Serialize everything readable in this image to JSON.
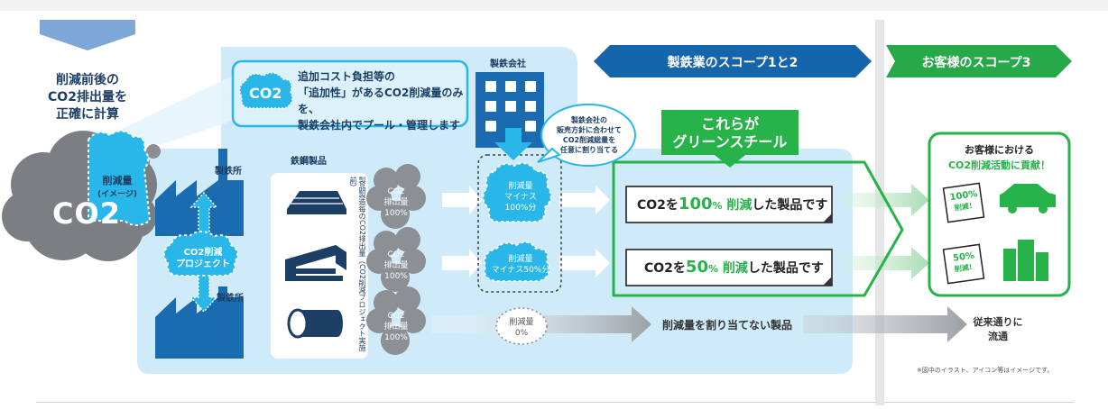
{
  "left_label": {
    "lines": [
      "削減前後の",
      "CO2排出量を",
      "正確に計算"
    ]
  },
  "big_cloud": {
    "co2": "CO2",
    "reduction": "削減量",
    "image_note": "(イメージ)"
  },
  "additionality_box": {
    "badge": "CO2",
    "lines": [
      "追加コスト負担等の",
      "「追加性」があるCO2削減量のみを、",
      "製鉄会社内でプール・管理します"
    ]
  },
  "steel_company": {
    "label": "製鉄会社"
  },
  "sales_bubble": {
    "lines": [
      "製鉄会社の",
      "販売方針に合わせて",
      "CO2削減総量を",
      "任意に割り当てる"
    ]
  },
  "steelworks": {
    "top_label": "製鉄所",
    "bottom_label": "製鉄所"
  },
  "project_cloud": {
    "lines": [
      "CO2削減",
      "プロジェクト"
    ]
  },
  "steel_products": {
    "title": "鉄鋼製品",
    "vertical_note": "製品製造毎のCO2排出量（CO2削減プロジェクト実施前）",
    "emission_clouds": [
      {
        "lines": [
          "CO2",
          "排出量",
          "100%"
        ]
      },
      {
        "lines": [
          "CO2",
          "排出量",
          "100%"
        ]
      },
      {
        "lines": [
          "CO2",
          "排出量",
          "100%"
        ]
      }
    ]
  },
  "allocation_clouds": [
    {
      "lines": [
        "削減量",
        "マイナス",
        "100%分"
      ]
    },
    {
      "lines": [
        "削減量",
        "マイナス50%分"
      ]
    },
    {
      "lines": [
        "削減量",
        "0%"
      ]
    }
  ],
  "headers": {
    "scope12": "製鉄業のスコープ1と2",
    "scope3": "お客様のスコープ3"
  },
  "green_steel_badge": {
    "lines": [
      "これらが",
      "グリーンスチール"
    ]
  },
  "products": [
    {
      "prefix": "CO2を",
      "num": "100",
      "pct": "%",
      "mid": "削減",
      "suffix": "した製品です"
    },
    {
      "prefix": "CO2を",
      "num": "50",
      "pct": "%",
      "mid": "削減",
      "suffix": "した製品です"
    }
  ],
  "no_allocation": {
    "label": "削減量を割り当てない製品"
  },
  "customer": {
    "title_lines": [
      "お客様における",
      "CO2削減活動に貢献！"
    ],
    "cards": [
      {
        "lines": [
          "100%",
          "削減！"
        ]
      },
      {
        "lines": [
          "50%",
          "削減！"
        ]
      }
    ]
  },
  "conventional": {
    "lines": [
      "従来通りに",
      "流通"
    ]
  },
  "footnote": "※図中のイラスト、アイコン等はイメージです。",
  "colors": {
    "light_blue_panel": "#cfeaf9",
    "blue_box": "#bde3f7",
    "cyan": "#29b6e8",
    "navy": "#1d3f66",
    "steel_blue": "#1a6bb0",
    "green": "#27b24a",
    "gray_cloud": "#8a8a8a"
  }
}
